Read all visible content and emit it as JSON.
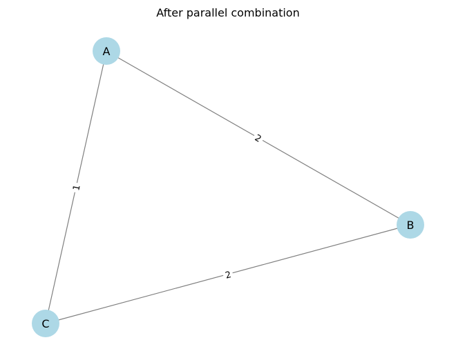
{
  "title": "After parallel combination",
  "colors": {
    "node_fill": "#add8e6",
    "edge": "#7f7f7f",
    "text": "#000000"
  },
  "nodes": [
    {
      "id": "A",
      "label": "A"
    },
    {
      "id": "B",
      "label": "B"
    },
    {
      "id": "C",
      "label": "C"
    }
  ],
  "edges": [
    {
      "source": "A",
      "target": "B",
      "label": "2"
    },
    {
      "source": "A",
      "target": "C",
      "label": "1"
    },
    {
      "source": "C",
      "target": "B",
      "label": "2"
    }
  ]
}
